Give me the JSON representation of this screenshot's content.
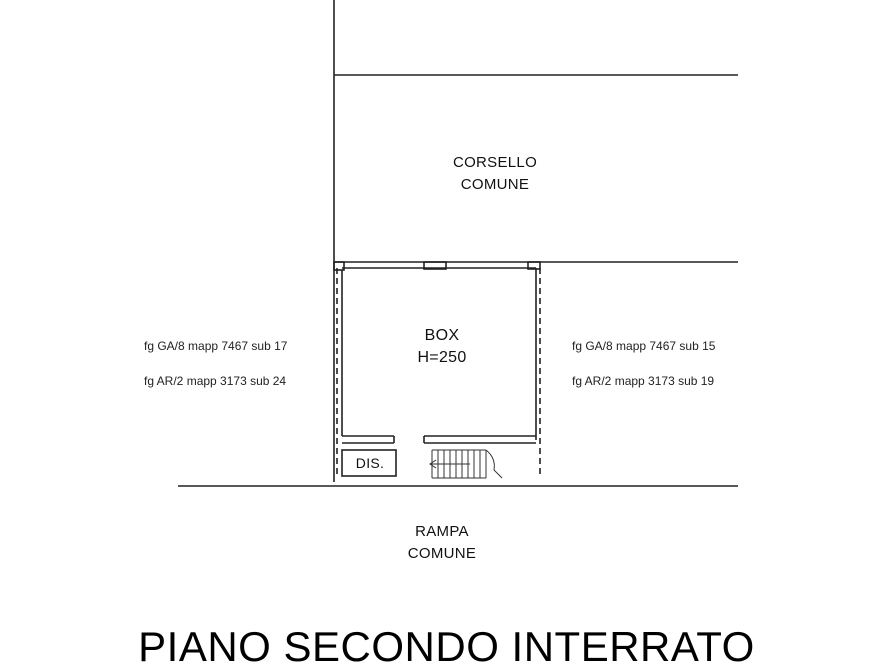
{
  "plan": {
    "corsello": [
      "CORSELLO",
      "COMUNE"
    ],
    "box": [
      "BOX",
      "H=250"
    ],
    "dis": "DIS.",
    "rampa": [
      "RAMPA",
      "COMUNE"
    ],
    "left_refs": [
      "fg GA/8 mapp 7467 sub 17",
      "fg AR/2 mapp 3173 sub 24"
    ],
    "right_refs": [
      "fg GA/8 mapp 7467 sub 15",
      "fg AR/2 mapp 3173 sub 19"
    ],
    "title": "PIANO SECONDO INTERRATO"
  }
}
